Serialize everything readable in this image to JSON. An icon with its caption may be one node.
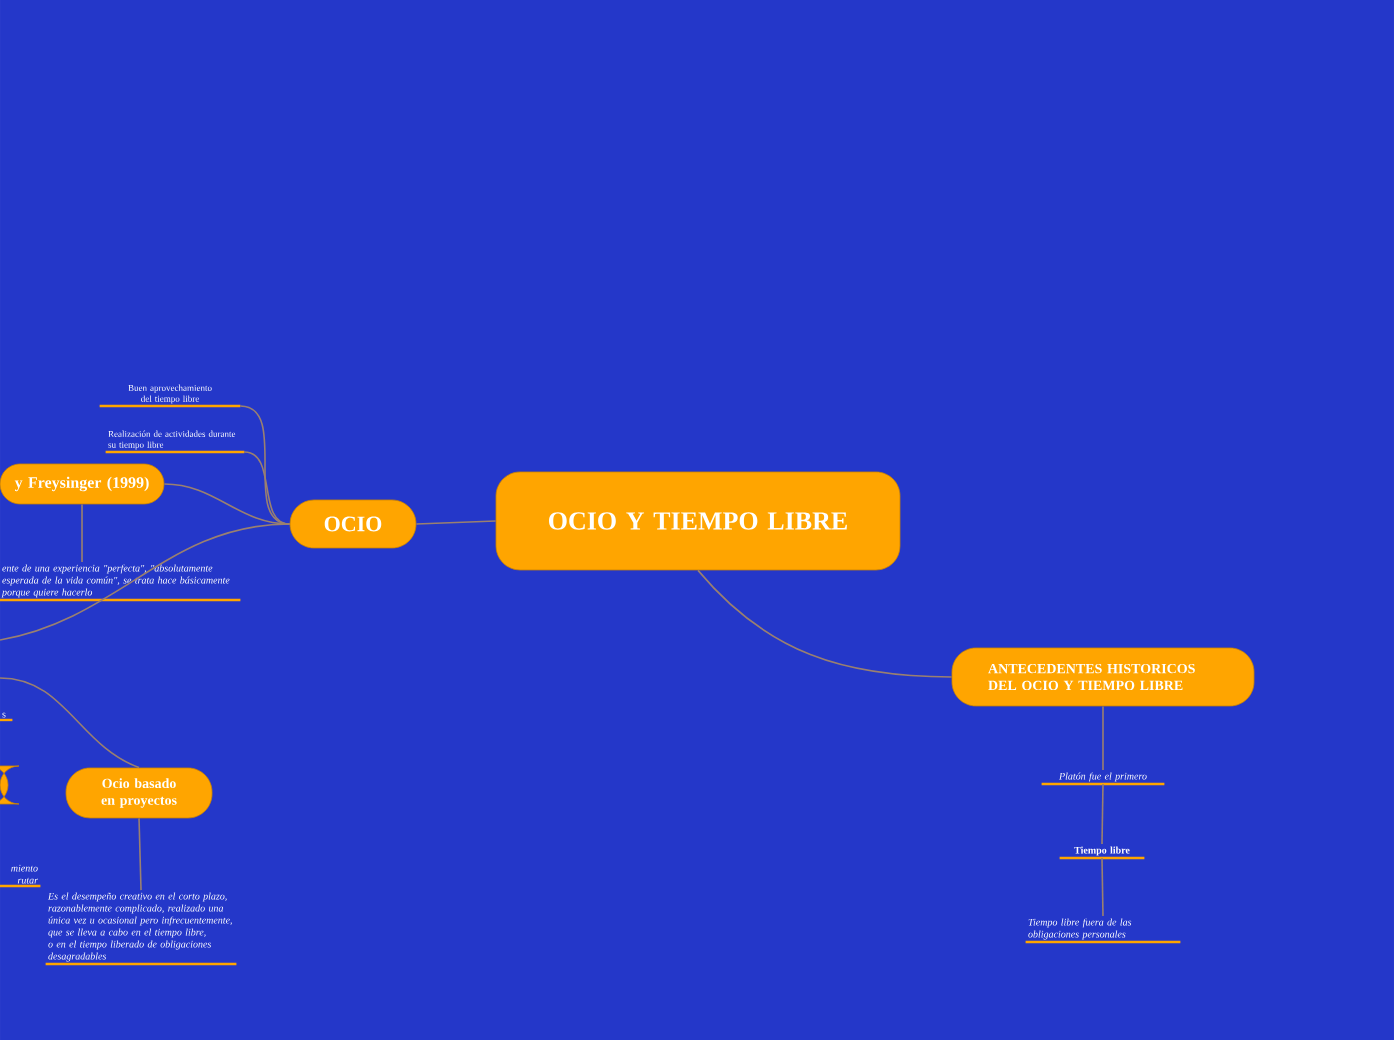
{
  "diagram": {
    "nodes": [
      {
        "text": [
          "OCIO Y TIEMPO LIBRE"
        ]
      },
      {
        "text": [
          "OCIO"
        ]
      },
      {
        "text": [
          "Buen aprovechamiento del tiempo libre"
        ]
      },
      {
        "text": [
          "Realización de actividades durante su tiempo libre"
        ]
      },
      {
        "text": [
          "y Freysinger (1999)"
        ]
      },
      {
        "text": [
          "ente de una experiencia \"perfecta\", \"absolutamente esperada de la vida común\", se trata hace básicamente porque quiere hacerlo"
        ]
      },
      {
        "text": [
          "s"
        ]
      },
      {
        "text": [],
        "shape": "box"
      },
      {
        "text": [
          "miento rutar"
        ]
      },
      {
        "text": [
          "Ocio basado en proyectos"
        ]
      },
      {
        "text": [
          "Es el desempeño creativo en el corto plazo, razonablemente complicado, realizado una única vez u ocasional pero infrecuentemente, que se lleva a cabo en el tiempo libre, o en el tiempo liberado de obligaciones desagradables"
        ]
      },
      {
        "text": [
          "ANTECEDENTES HISTORICOS DEL OCIO Y TIEMPO LIBRE"
        ]
      },
      {
        "text": [
          "Platón fue el primero"
        ]
      },
      {
        "text": [
          "Tiempo libre"
        ]
      },
      {
        "text": [
          "Tiempo libre fuera de las obligaciones personales"
        ]
      }
    ],
    "edges": [
      {
        "from": 0,
        "to": 1,
        "arrow": "none"
      },
      {
        "from": 0,
        "to": 11,
        "arrow": "none"
      },
      {
        "from": 1,
        "to": 2,
        "arrow": "none"
      },
      {
        "from": 1,
        "to": 3,
        "arrow": "none"
      },
      {
        "from": 1,
        "to": 4,
        "arrow": "none"
      },
      {
        "from": 1,
        "to": null,
        "arrow": "none"
      },
      {
        "from": 4,
        "to": 5,
        "arrow": "none"
      },
      {
        "from": null,
        "to": 9,
        "arrow": "none"
      },
      {
        "from": 9,
        "to": 10,
        "arrow": "none"
      },
      {
        "from": 11,
        "to": 12,
        "arrow": "none"
      },
      {
        "from": 12,
        "to": 13,
        "arrow": "none"
      },
      {
        "from": 13,
        "to": 14,
        "arrow": "none"
      }
    ]
  }
}
